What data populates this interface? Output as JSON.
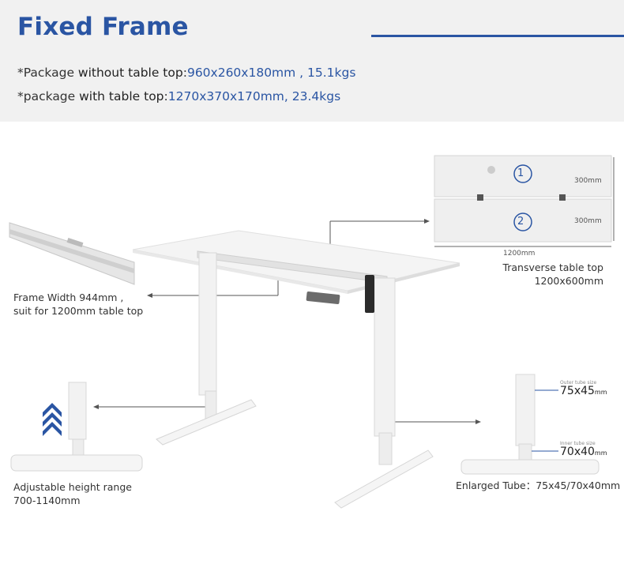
{
  "header": {
    "title": "Fixed Frame",
    "spec1": {
      "prefix": "*Package",
      "bold": " without table top",
      "sep": ":",
      "value": "960x260x180mm , 15.1kgs"
    },
    "spec2": {
      "prefix": "*package",
      "bold": " with table top",
      "sep": ":",
      "value": "1270x370x170mm, 23.4kgs"
    }
  },
  "callouts": {
    "frame_width_line1": "Frame Width 944mm ,",
    "frame_width_line2": "suit for 1200mm table top",
    "height_line1": "Adjustable height range",
    "height_line2": "700-1140mm",
    "tabletop_line1": "Transverse table top",
    "tabletop_line2": "1200x600mm",
    "tube": "Enlarged Tube：75x45/70x40mm"
  },
  "tabletop_diagram": {
    "panel1_number": "1",
    "panel2_number": "2",
    "panel1_size": "300mm",
    "panel2_size": "300mm",
    "width": "1200mm"
  },
  "tube_diagram": {
    "outer_label": "Outer tube size",
    "outer_value": "75x45",
    "inner_label": "Inner tube size",
    "inner_value": "70x40",
    "unit": "mm"
  },
  "colors": {
    "accent": "#2a55a3",
    "header_bg": "#f1f1f1"
  }
}
